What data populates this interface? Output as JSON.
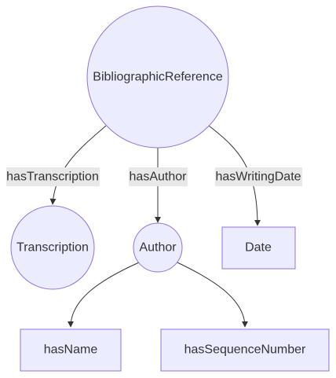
{
  "diagram": {
    "nodes": {
      "bibliographic_reference": "BibliographicReference",
      "transcription": "Transcription",
      "author": "Author",
      "date": "Date",
      "has_name": "hasName",
      "has_sequence_number": "hasSequenceNumber"
    },
    "edges": {
      "has_transcription": "hasTranscription",
      "has_author": "hasAuthor",
      "has_writing_date": "hasWritingDate"
    },
    "colors": {
      "node_fill": "#ececff",
      "node_stroke": "#9370db",
      "edge": "#333333",
      "label_background": "#e8e8e8"
    }
  }
}
